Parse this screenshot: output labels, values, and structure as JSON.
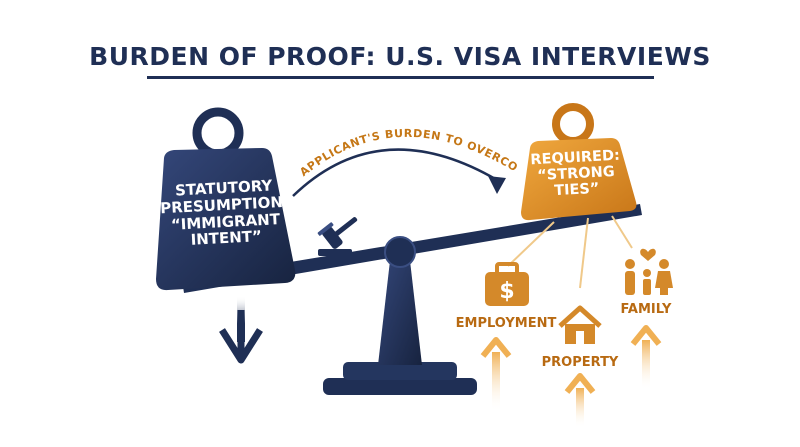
{
  "title": "BURDEN OF PROOF: U.S. VISA INTERVIEWS",
  "arrow_caption": "APPLICANT'S BURDEN TO OVERCOME",
  "left_weight": {
    "lines": [
      "STATUTORY",
      "PRESUMPTION:",
      "“IMMIGRANT",
      "INTENT”"
    ]
  },
  "right_weight": {
    "lines": [
      "REQUIRED:",
      "“STRONG",
      "TIES”"
    ]
  },
  "factors": {
    "employment": {
      "label": "EMPLOYMENT",
      "icon": "briefcase-dollar-icon"
    },
    "property": {
      "label": "PROPERTY",
      "icon": "house-icon"
    },
    "family": {
      "label": "FAMILY",
      "icon": "family-icon"
    }
  },
  "colors": {
    "navy": "#1f2f55",
    "gold": "#d4892a",
    "gold_dark": "#b86a12",
    "light_gold": "#f0c98a"
  }
}
